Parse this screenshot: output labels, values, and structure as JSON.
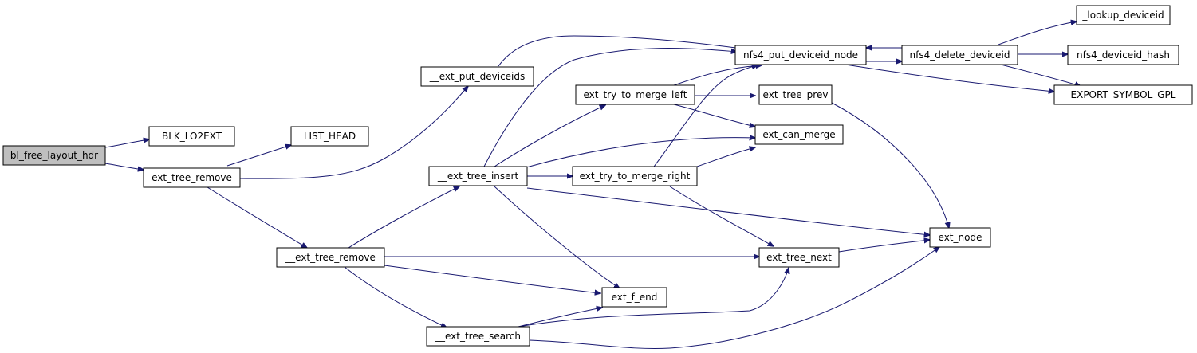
{
  "graph": {
    "root": "bl_free_layout_hdr",
    "edge_color": "#191970",
    "root_fill": "#bfbfbf",
    "nodes": {
      "bl_free_layout_hdr": "bl_free_layout_hdr",
      "blk_lo2ext": "BLK_LO2EXT",
      "ext_tree_remove": "ext_tree_remove",
      "list_head": "LIST_HEAD",
      "__ext_put_deviceids": "__ext_put_deviceids",
      "__ext_tree_remove": "__ext_tree_remove",
      "__ext_tree_insert": "__ext_tree_insert",
      "ext_try_to_merge_left": "ext_try_to_merge_left",
      "ext_try_to_merge_right": "ext_try_to_merge_right",
      "nfs4_put_deviceid_node": "nfs4_put_deviceid_node",
      "ext_tree_prev": "ext_tree_prev",
      "ext_can_merge": "ext_can_merge",
      "ext_tree_next": "ext_tree_next",
      "ext_f_end": "ext_f_end",
      "__ext_tree_search": "__ext_tree_search",
      "nfs4_delete_deviceid": "nfs4_delete_deviceid",
      "_lookup_deviceid": "_lookup_deviceid",
      "nfs4_deviceid_hash": "nfs4_deviceid_hash",
      "export_symbol_gpl": "EXPORT_SYMBOL_GPL",
      "ext_node": "ext_node"
    }
  }
}
